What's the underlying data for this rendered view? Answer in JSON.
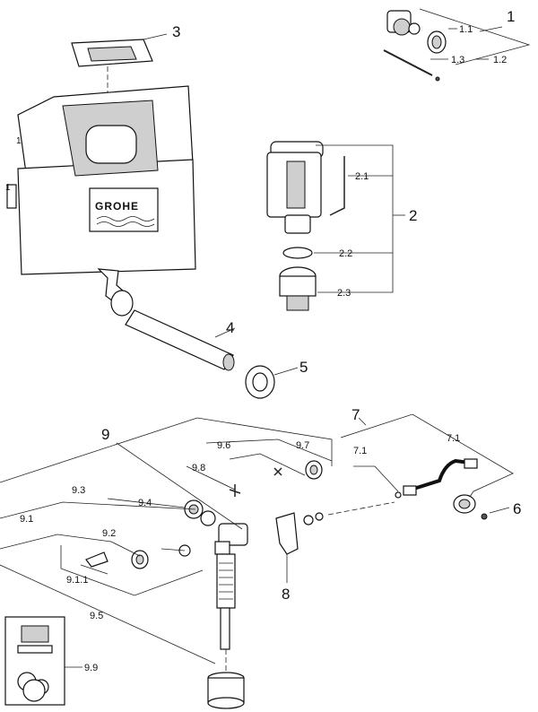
{
  "diagram": {
    "brand_mark": "GROHE",
    "callouts": {
      "c1": "1",
      "c1_1": "1.1",
      "c1_2": "1.2",
      "c1_3": "1.3",
      "c2": "2",
      "c2_1": "2.1",
      "c2_2": "2.2",
      "c2_3": "2.3",
      "c3": "3",
      "c4": "4",
      "c5": "5",
      "c6": "6",
      "c7": "7",
      "c7_1a": "7.1",
      "c7_1b": "7.1",
      "c8": "8",
      "c9": "9",
      "c9_1": "9.1",
      "c9_1_1": "9.1.1",
      "c9_2": "9.2",
      "c9_3": "9.3",
      "c9_4": "9.4",
      "c9_5": "9.5",
      "c9_6": "9.6",
      "c9_7": "9.7",
      "c9_8": "9.8",
      "c9_9": "9.9"
    }
  }
}
